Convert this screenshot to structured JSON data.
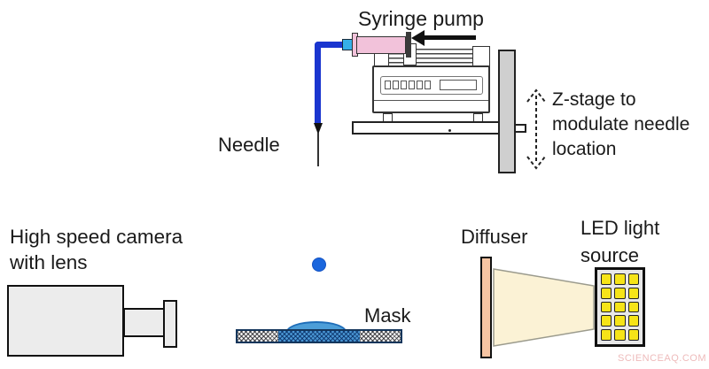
{
  "labels": {
    "syringe_pump": "Syringe pump",
    "z_stage": "Z-stage to\nmodulate needle\nlocation",
    "needle": "Needle",
    "camera": "High speed camera\nwith lens",
    "mask": "Mask",
    "diffuser": "Diffuser",
    "led_source": "LED light\nsource",
    "watermark": "SCIENCEAQ.COM"
  },
  "colors": {
    "tube_blue": "#1a35cf",
    "luer_cyan": "#35b0e8",
    "syringe_pink": "#f2c2da",
    "droplet_blue": "#1a66dd",
    "sessile_drop": "#4d9ed8",
    "mask_blue": "#4a97d4",
    "stage_gray": "#cfcfcf",
    "camera_gray": "#ececec",
    "diffuser_salmon": "#f6c4a2",
    "beam_cream": "#fbf2d5",
    "led_yellow": "#f6e418"
  },
  "pump": {
    "button_count": 6
  },
  "led_panel": {
    "columns": 3,
    "rows": 5,
    "count": 15
  }
}
